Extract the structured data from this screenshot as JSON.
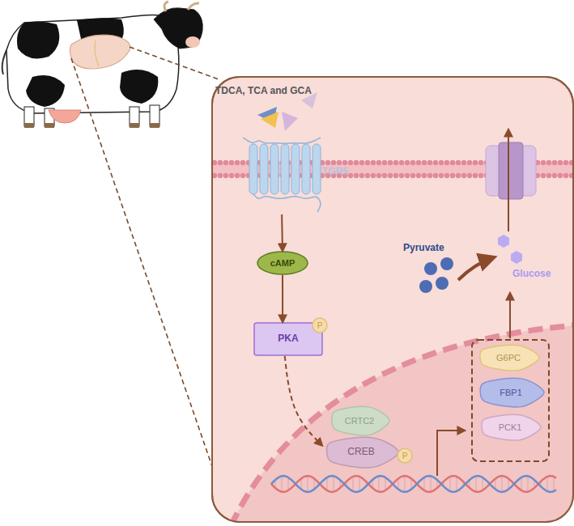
{
  "diagram": {
    "nodes": [
      {
        "text": [
          "TGR5"
        ]
      },
      {
        "text": [
          "cAMP"
        ]
      },
      {
        "text": [
          "PKA"
        ]
      },
      {
        "text": [
          "P"
        ],
        "in": 2
      },
      {
        "text": [
          "CRTC2"
        ]
      },
      {
        "text": [
          "CREB"
        ]
      },
      {
        "text": [
          "P"
        ],
        "in": 5
      },
      {
        "text": [
          "G6PC"
        ]
      },
      {
        "text": [
          "FBP1"
        ]
      },
      {
        "text": [
          "PCK1"
        ]
      }
    ],
    "edges": [
      {
        "from": 0,
        "to": 1,
        "arrow": "to"
      },
      {
        "from": 1,
        "to": 2,
        "arrow": "to"
      },
      {
        "from": 2,
        "to": 5,
        "arrow": "to"
      }
    ],
    "labels": [
      "TDCA, TCA and GCA",
      "Pyruvate",
      "Glucose"
    ]
  }
}
